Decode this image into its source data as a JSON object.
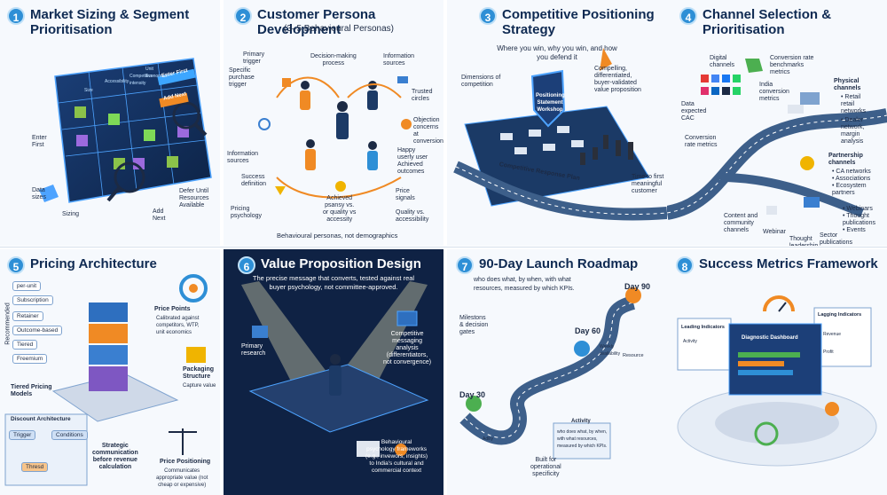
{
  "panels": [
    {
      "number": "1",
      "title": "Market Sizing & Segment Prioritisation",
      "grid_headers": [
        "Size",
        "Accessibility",
        "Competitive intensity",
        "Unit Economics"
      ],
      "labels": {
        "enter_first_tag": "Enter First",
        "add_next_tag": "Add Next",
        "enter_first": "Enter\nFirst",
        "data_sizes": "Data\nsizes",
        "sizing": "Sizing",
        "add_next": "Add\nNext",
        "defer": "Defer Until\nResources\nAvailable"
      }
    },
    {
      "number": "2",
      "title": "Customer Persona Development",
      "subtitle": "(3–5 Behavioural Personas)",
      "labels": {
        "primary_trigger": "Primary\ntrigger",
        "specific_trigger": "Specific\npurchase\ntrigger",
        "decision_process": "Decision-making\nprocess",
        "information_sources_top": "Information\nsources",
        "trusted_circles": "Trusted\ncircles",
        "objection": "Objection\nconcerns at\nconversion",
        "information_sources_left": "Information\nsources",
        "happy_user": "Happy\nuserly user\nAchieved\noutcomes",
        "success_definition": "Success\ndefinition",
        "achieved": "Achieved\npsansy vs.\nor quality vs\naccessity",
        "pricing_psychology": "Pricing\npsychology",
        "price_signals": "Price\nsignals",
        "quality_accessibility": "Quality vs.\naccessibility",
        "footer": "Behavioural personas, not demographics"
      }
    },
    {
      "number": "3",
      "title": "Competitive Positioning Strategy",
      "subtitle": "Where you win, why you win,\nand how you defend it",
      "labels": {
        "dimensions": "Dimensions of\ncompetition",
        "compelling": "Compelling,\ndifferentiated,\nbuyer-validated\nvalue proposition",
        "shield": "Positioning\nStatement\nWorkshop",
        "response_plan": "Competitive Response Plan",
        "time_to_customer": "Time to first\nmeaningful\ncustomer"
      }
    },
    {
      "number": "4",
      "title": "Channel Selection & Prioritisation",
      "labels": {
        "digital_channels": "Digital\nchannels",
        "conversion_benchmarks": "Conversion rate\nbenchmarks\nmetrics",
        "india_conversion": "India\nconversion\nmetrics",
        "data_expected_cac": "Data\nexpected\nCAC",
        "physical_channels": "Physical\nchannels",
        "retail": "• Retail\nretail\nnetworks",
        "dealer": "• Dealer\nnetwork,\nmargin\nanalysis",
        "conversion_rate_metrics": "Conversion\nrate metrics",
        "partnership_channels": "Partnership\nchannels",
        "ca_networks": "• CA networks\n• Associations\n• Ecosystem\npartners",
        "content_community": "Content and\ncommunity\nchannels",
        "webinar": "Webinar",
        "thought_leadership": "Thought\nleadership",
        "sector_publications": "Sector\npublications",
        "webinars_list": "• Webinars\n• Thought\npublications\n• Events"
      }
    },
    {
      "number": "5",
      "title": "Pricing Architecture",
      "models": [
        "per-unit",
        "Subscription",
        "Retainer",
        "Outcome-based",
        "Tiered",
        "Freemium"
      ],
      "labels": {
        "recommended": "Recommended",
        "price_points": "Price Points",
        "price_points_desc": "Calibrated against\ncompetitors, WTP,\nunit economics",
        "packaging": "Packaging\nStructure",
        "packaging_desc": "Capture value",
        "tiered_models": "Tiered Pricing\nModels",
        "discount": "Discount Architecture",
        "trigger": "Trigger",
        "conditions": "Conditions",
        "threshold": "Thresd",
        "strategic": "Strategic\ncommunication\nbefore revenue\ncalculation",
        "price_positioning": "Price Positioning",
        "price_positioning_desc": "Communicates\nappropriate value (not\ncheap or expensive)"
      }
    },
    {
      "number": "6",
      "title": "Value Proposition Design",
      "subtitle": "The precise message that converts,\ntested against real buyer psychology,\nnot committee-approved.",
      "labels": {
        "primary_research": "Primary\nresearch",
        "competitive_messaging": "Competitive\nmessaging\nanalysis\n(differentiators,\nnot convergence)",
        "behavioural": "Behavioural\npsychology frameworks\n(e.g., invewors, insights)\nto India's cultural and\ncommercial context"
      }
    },
    {
      "number": "7",
      "title": "90-Day Launch Roadmap",
      "subtitle": "who does what, by when,\nwith what resources,\nmeasured by which KPIs.",
      "labels": {
        "milestones": "Milestons\n& decision\ngates",
        "day_90": "Day 90",
        "day_60": "Day 60",
        "day_30": "Day 30",
        "resource": "Resource",
        "weekly": "Weekly\navailability",
        "activity": "Activity",
        "who_does": "who does what, by when,\nwith what resources,\nmeasured by which KPIs.",
        "ability": "Adiliy",
        "built_for": "Built for\noperational\nspecificity"
      }
    },
    {
      "number": "8",
      "title": "Success Metrics Framework",
      "labels": {
        "leading": "Leading Indicators",
        "lagging": "Lagging Indicators",
        "diagnostic": "Diagnostic Dashboard",
        "activity": "Activity",
        "revenue": "Revenue",
        "profit": "Profit"
      }
    }
  ],
  "colors": {
    "title": "#0f2a52",
    "badge": "#2e8fd6",
    "accent_orange": "#f08a24",
    "grid_blue": "#3a7fd0",
    "road": "#3d5f8a",
    "green": "#4caf50",
    "purple": "#7e57c2"
  }
}
